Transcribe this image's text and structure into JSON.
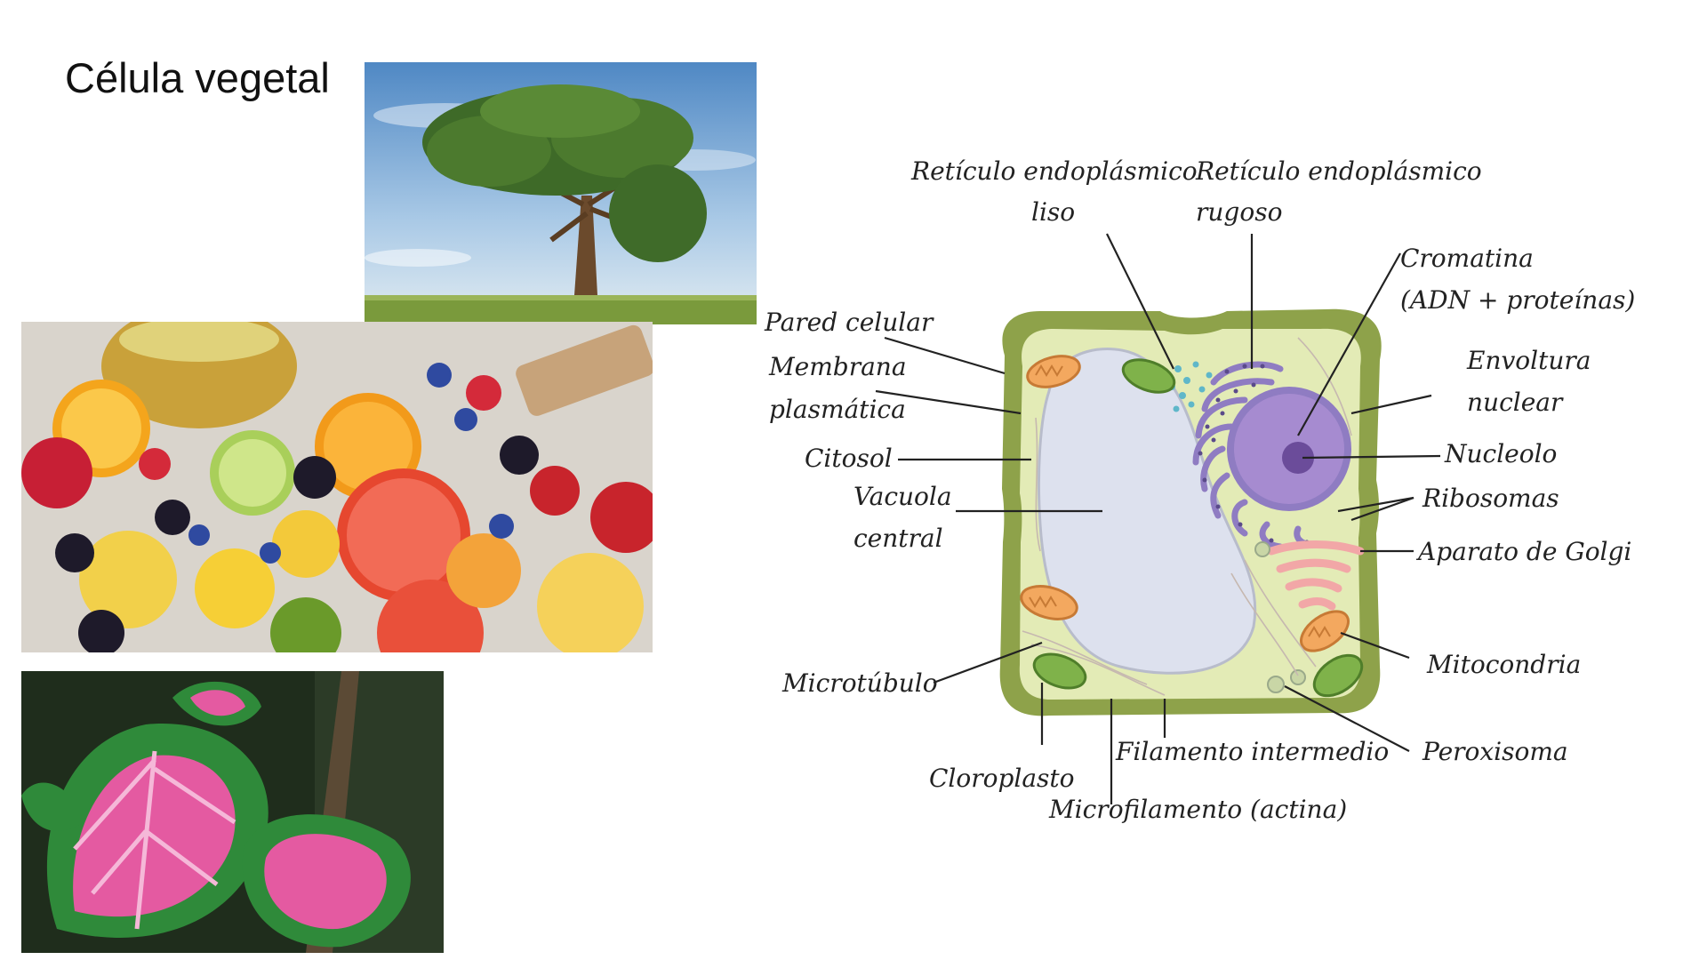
{
  "slide": {
    "title": "Célula vegetal"
  },
  "photos": {
    "tree": {
      "name": "tree-photo"
    },
    "fruit": {
      "name": "fruit-photo"
    },
    "leaf": {
      "name": "leaf-photo"
    }
  },
  "diagram": {
    "labels": {
      "rel_line1": "Retículo endoplásmico",
      "rel_line2": "liso",
      "rer_line1": "Retículo endoplásmico",
      "rer_line2": "rugoso",
      "cromatina_line1": "Cromatina",
      "cromatina_line2": "(ADN + proteínas)",
      "pared": "Pared celular",
      "membrana_line1": "Membrana",
      "membrana_line2": "plasmática",
      "envoltura_line1": "Envoltura",
      "envoltura_line2": "nuclear",
      "citosol": "Citosol",
      "nucleolo": "Nucleolo",
      "vacuola_line1": "Vacuola",
      "vacuola_line2": "central",
      "ribosomas": "Ribosomas",
      "golgi": "Aparato de Golgi",
      "mitocondria": "Mitocondria",
      "microtubulo": "Microtúbulo",
      "peroxisoma": "Peroxisoma",
      "filamento": "Filamento intermedio",
      "cloroplasto": "Cloroplasto",
      "microfilamento": "Microfilamento (actina)"
    },
    "colors": {
      "cell_wall": "#8ea24a",
      "cytoplasm": "#e3ebb6",
      "vacuole": "#dde1ee",
      "nucleus": "#a68bd0",
      "nucleolus": "#6b4c9a",
      "er": "#8f7cc2",
      "golgi": "#f2a7a7",
      "mitochondria": "#f3a85f",
      "chloroplast": "#7fb24a"
    }
  }
}
